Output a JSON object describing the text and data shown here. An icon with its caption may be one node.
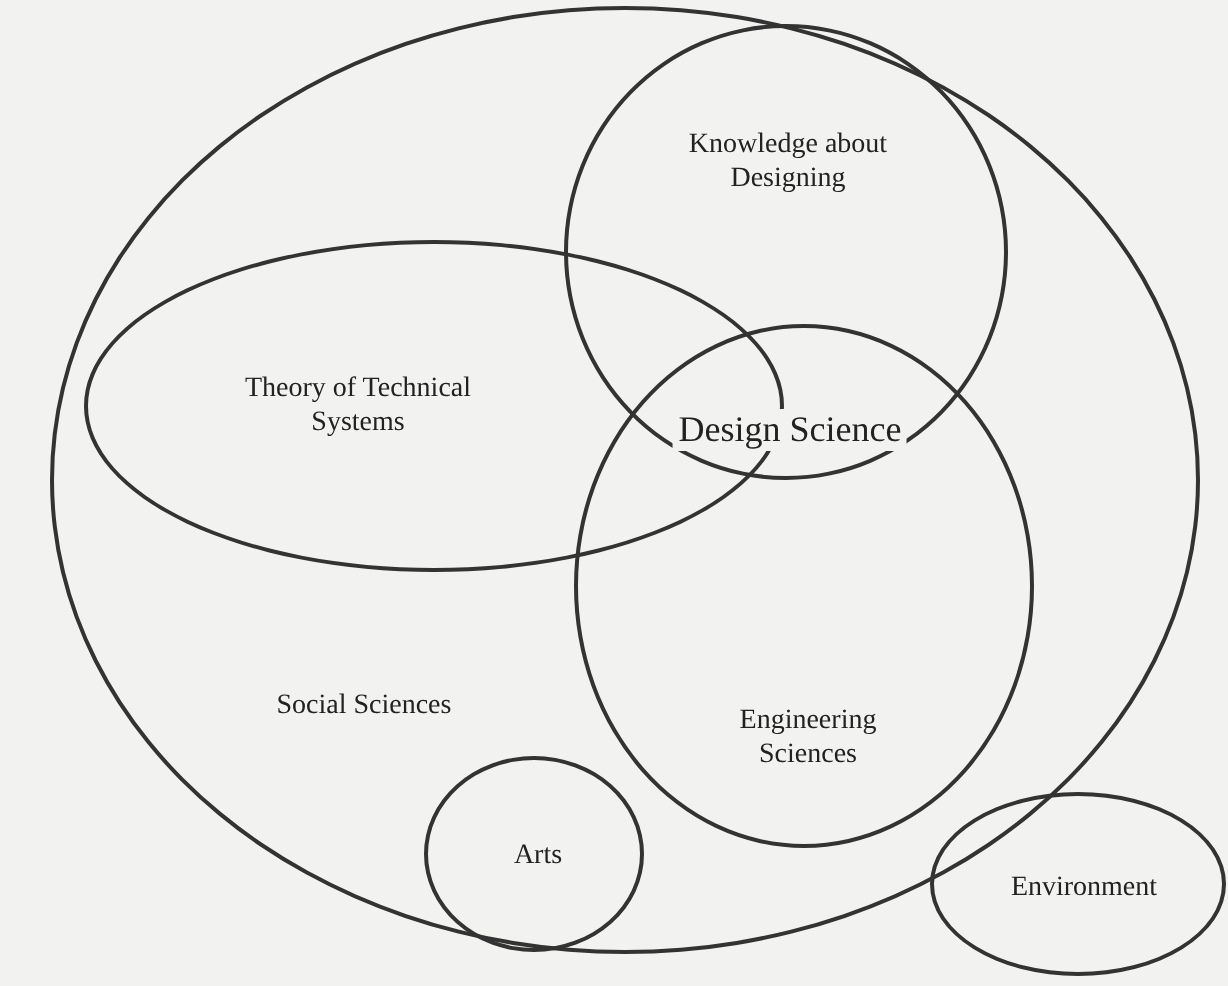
{
  "diagram": {
    "nodes": [
      {
        "text": [
          "Social Sciences"
        ]
      },
      {
        "text": [
          "Knowledge about Designing"
        ],
        "in": 0
      },
      {
        "text": [
          "Theory of Technical Systems"
        ],
        "in": 0
      },
      {
        "text": [
          "Engineering Sciences"
        ],
        "in": 0
      },
      {
        "text": [
          "Arts"
        ],
        "in": 0
      },
      {
        "text": [
          "Environment"
        ]
      }
    ],
    "edges": [],
    "labels": [
      "Design Science"
    ]
  }
}
